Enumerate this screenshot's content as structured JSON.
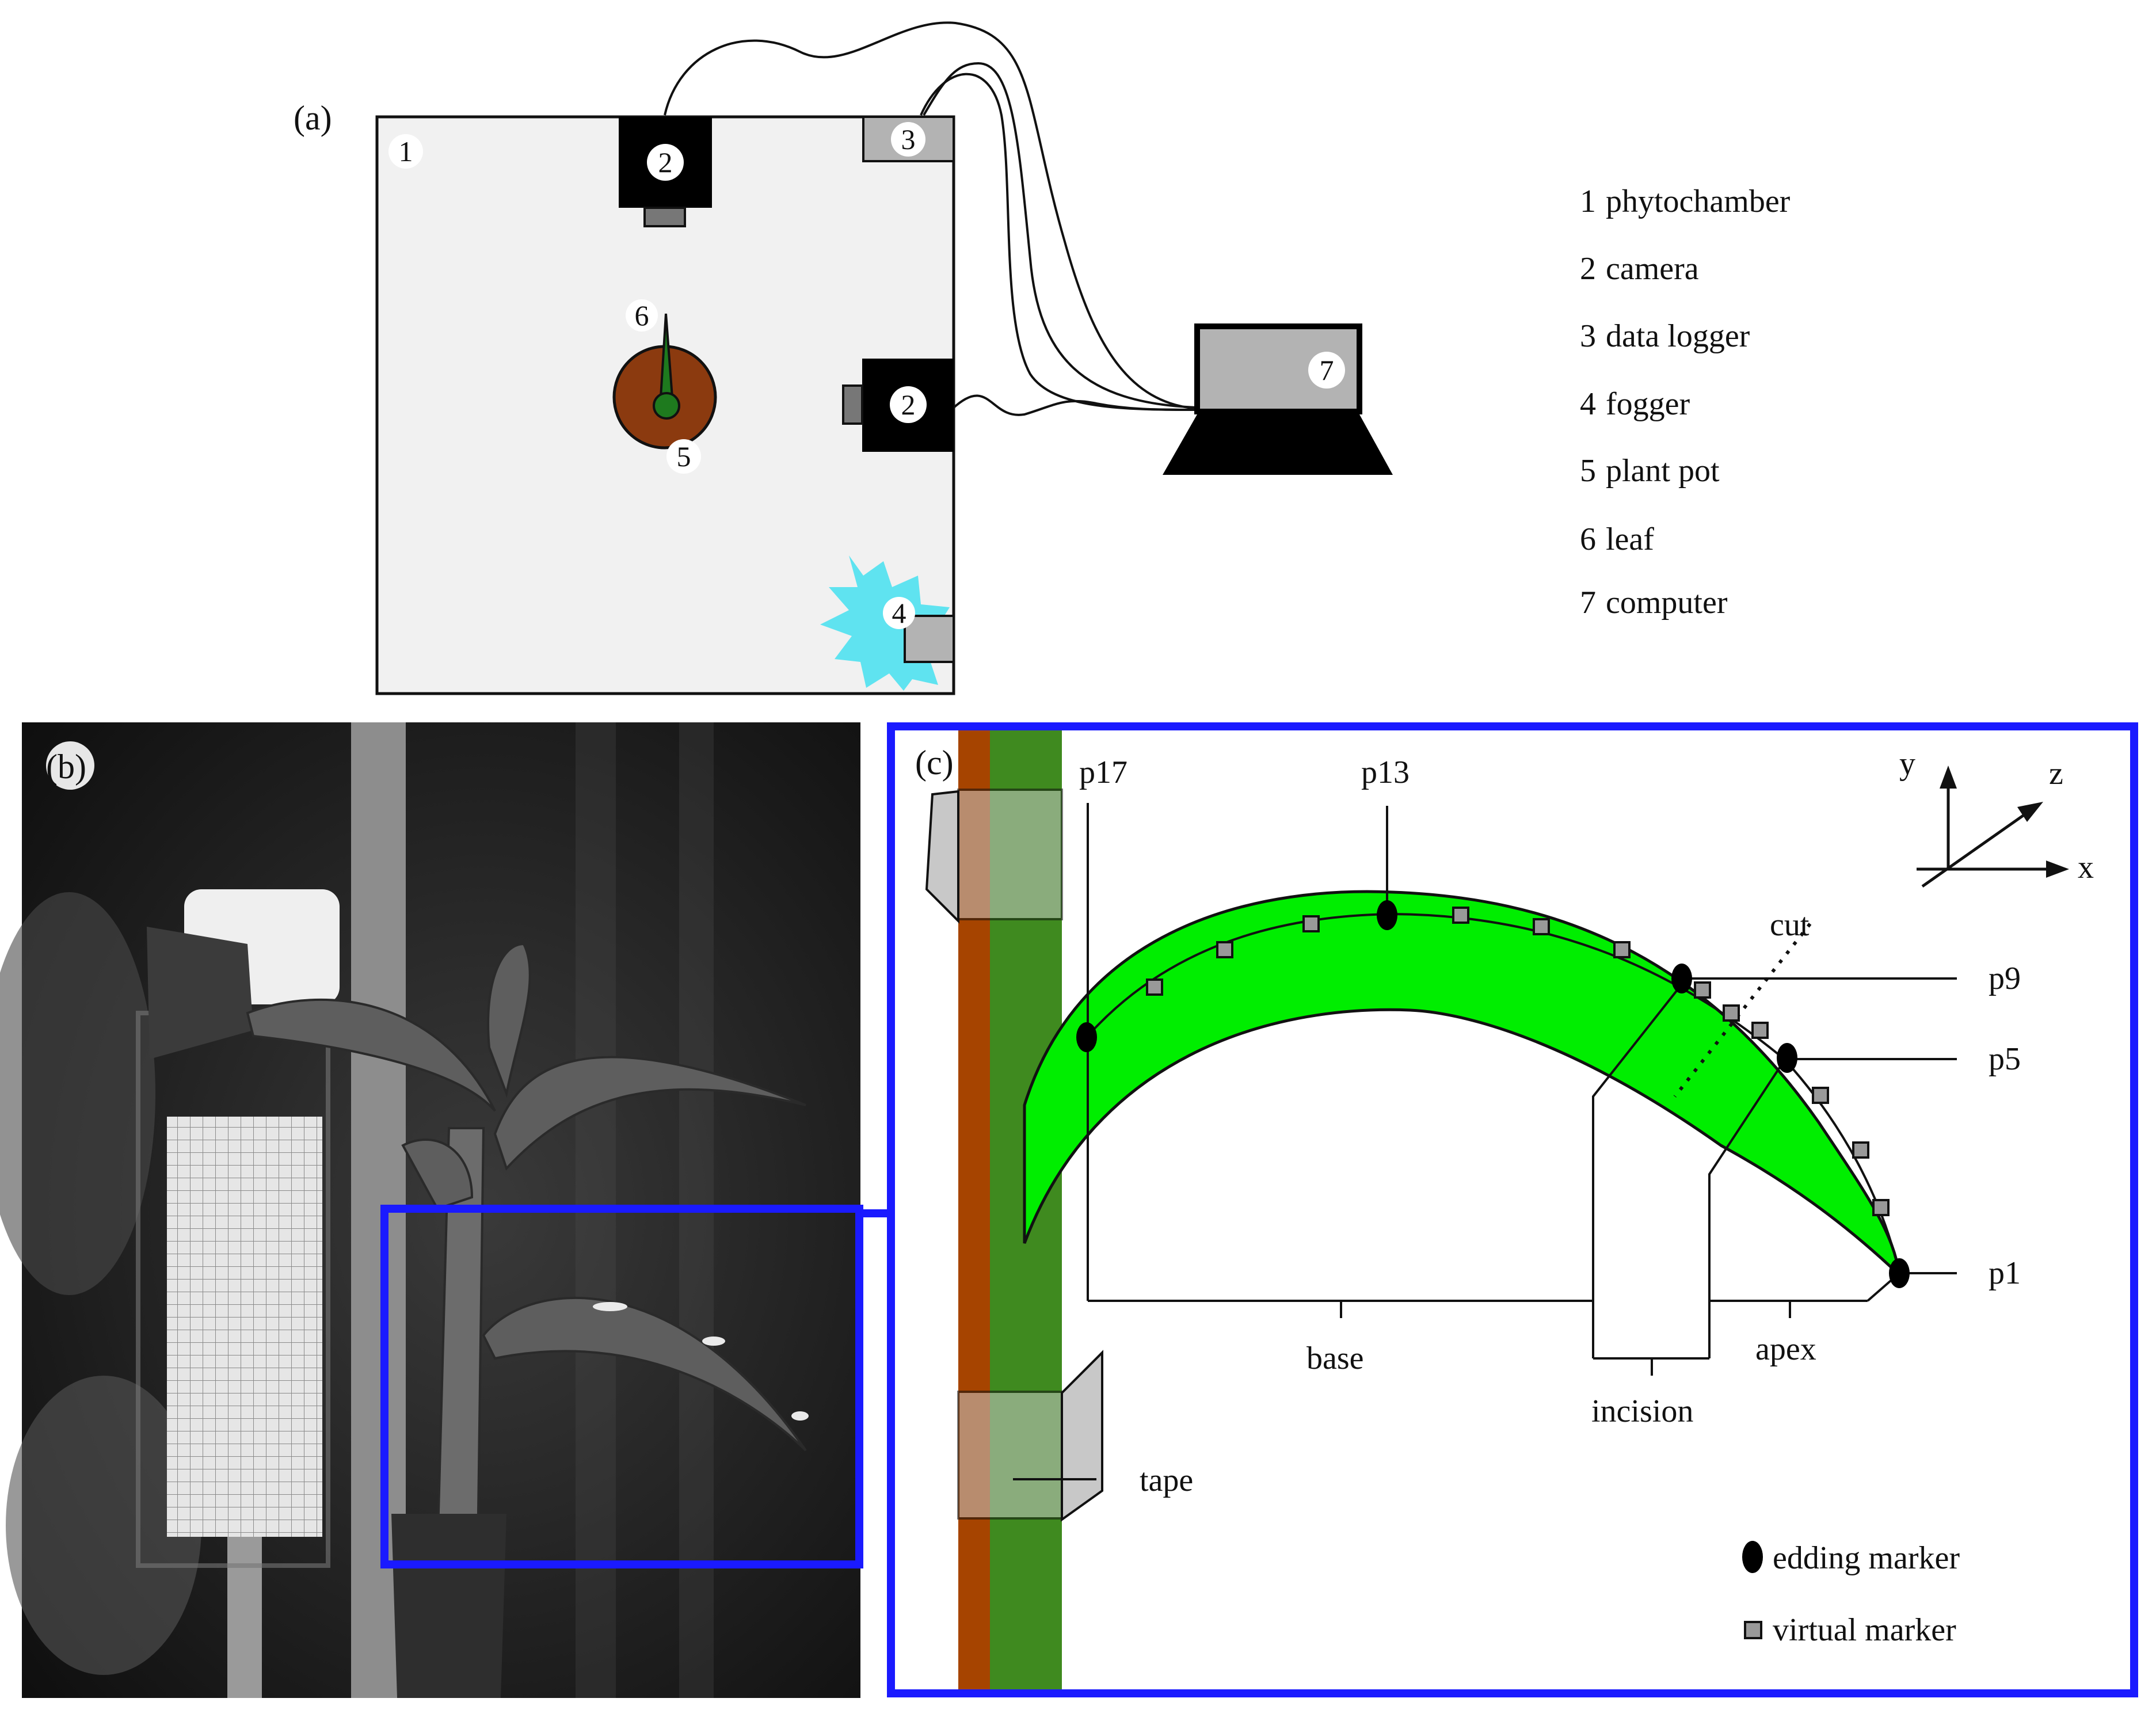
{
  "panel_a": {
    "label": "(a)",
    "callouts": {
      "chamber": "1",
      "camera_top": "2",
      "camera_right": "2",
      "logger": "3",
      "fogger": "4",
      "pot": "5",
      "leaf": "6",
      "computer": "7"
    },
    "legend": [
      {
        "num": "1",
        "text": "phytochamber"
      },
      {
        "num": "2",
        "text": "camera"
      },
      {
        "num": "3",
        "text": "data logger"
      },
      {
        "num": "4",
        "text": "fogger"
      },
      {
        "num": "5",
        "text": "plant pot"
      },
      {
        "num": "6",
        "text": "leaf"
      },
      {
        "num": "7",
        "text": "computer"
      }
    ],
    "colors": {
      "chamber_fill": "#f1f1f1",
      "pot": "#8b3a0f",
      "leaf": "#1e7a1e",
      "fog": "#5fe3f0",
      "device_gray": "#b3b3b3"
    }
  },
  "panel_b": {
    "label": "(b)"
  },
  "panel_c": {
    "label": "(c)",
    "points": {
      "p17": "p17",
      "p13": "p13",
      "p9": "p9",
      "p5": "p5",
      "p1": "p1"
    },
    "annotations": {
      "cut": "cut",
      "base": "base",
      "apex": "apex",
      "incision": "incision",
      "tape": "tape"
    },
    "axes": {
      "x": "x",
      "y": "y",
      "z": "z"
    },
    "legend": {
      "edding": "edding marker",
      "virtual": "virtual marker"
    },
    "colors": {
      "frame": "#1a1aff",
      "leaf": "#00ee00",
      "stem_brown": "#a64400",
      "stem_green": "#3f8a1f",
      "tape": "#c8c8c8"
    }
  }
}
